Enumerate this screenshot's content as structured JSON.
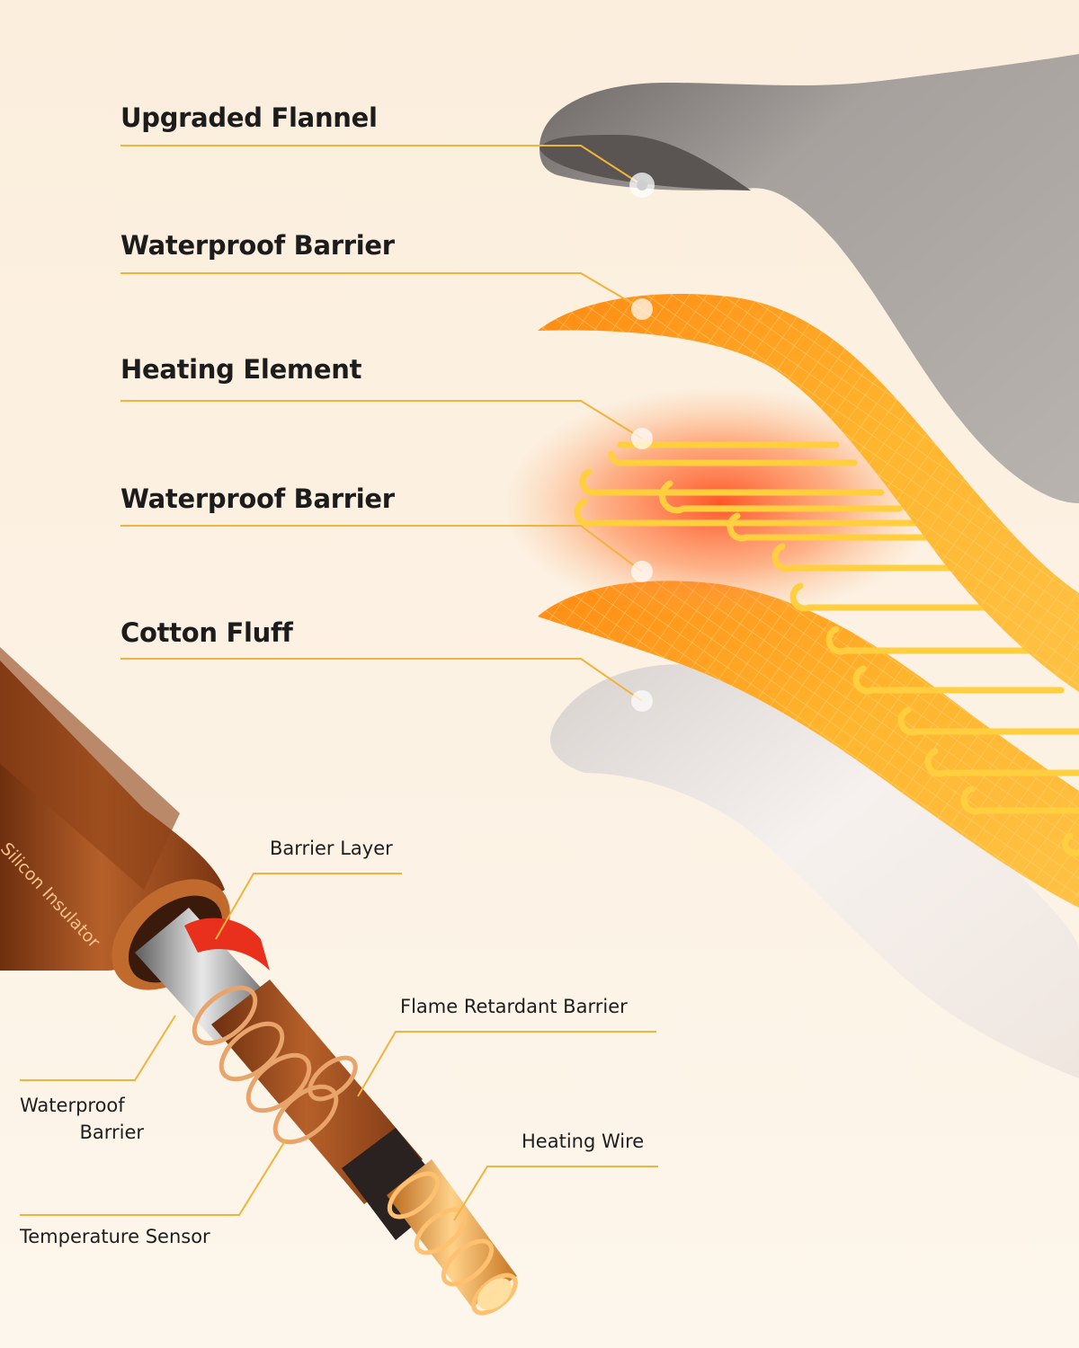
{
  "layers": [
    {
      "label": "Upgraded Flannel"
    },
    {
      "label": "Waterproof Barrier"
    },
    {
      "label": "Heating Element"
    },
    {
      "label": "Waterproof Barrier"
    },
    {
      "label": "Cotton Fluff"
    }
  ],
  "wire": {
    "casing_label": "Silicon Insulator",
    "callouts": {
      "barrier_layer": "Barrier Layer",
      "flame_retardant": "Flame Retardant Barrier",
      "waterproof_line1": "Waterproof",
      "waterproof_line2": "Barrier",
      "heating_wire": "Heating Wire",
      "temperature_sensor": "Temperature Sensor"
    }
  },
  "colors": {
    "accent_line": "#f0b43c",
    "grid_orange": "#fbb12c",
    "glow_red": "#ff5a2a",
    "flannel_gray": "#9b9593",
    "fluff_white": "#f4eeea",
    "casing_copper": "#a8521f",
    "label_text": "#1c1c1c"
  }
}
